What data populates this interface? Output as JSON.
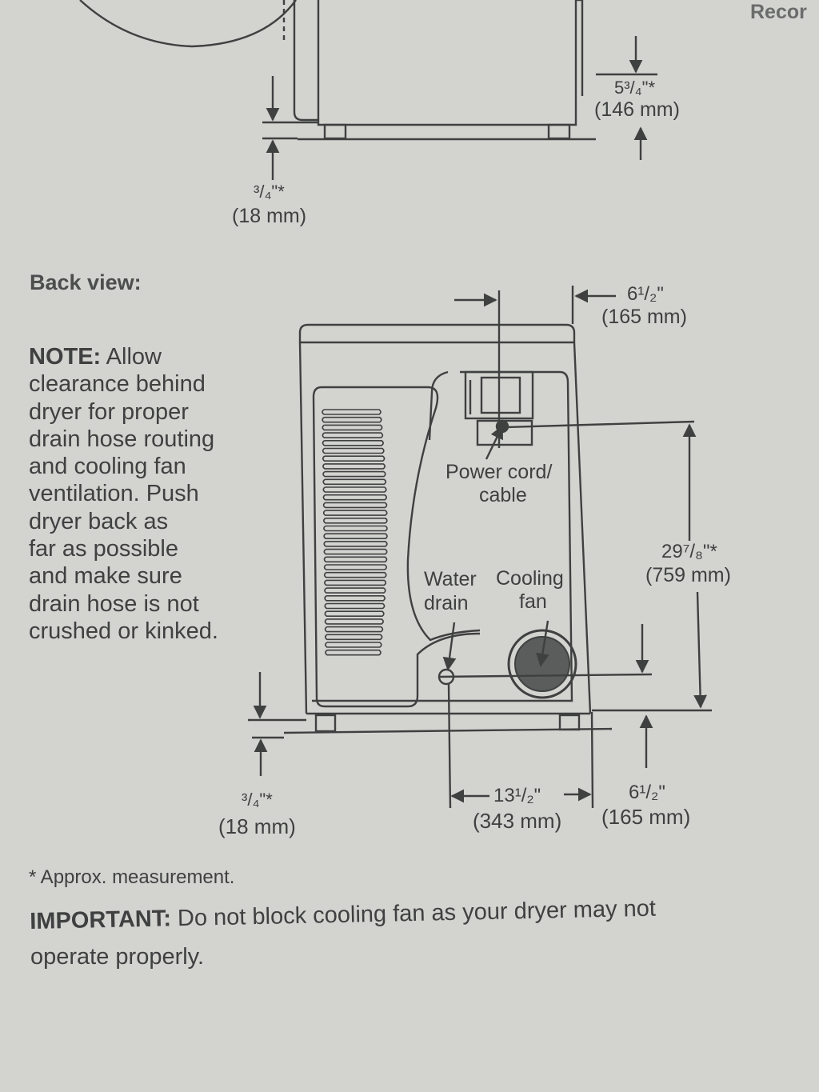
{
  "colors": {
    "paper": "#d3d4d0",
    "ink": "#3f4040",
    "hatch": "#5b5c5c"
  },
  "top_view": {
    "header_fragment": "Recor",
    "right_dim": {
      "inch": "5³/₄\"*",
      "mm": "(146 mm)"
    },
    "bottom_dim": {
      "inch": "³/₄\"*",
      "mm": "(18 mm)"
    }
  },
  "back_view": {
    "heading": "Back view:",
    "note_lines": [
      {
        "bold": "NOTE:",
        "text": " Allow"
      },
      {
        "bold": "",
        "text": "clearance behind"
      },
      {
        "bold": "",
        "text": "dryer for proper"
      },
      {
        "bold": "",
        "text": "drain hose routing"
      },
      {
        "bold": "",
        "text": "and cooling fan"
      },
      {
        "bold": "",
        "text": "ventilation. Push"
      },
      {
        "bold": "",
        "text": "dryer back as"
      },
      {
        "bold": "",
        "text": "far as possible"
      },
      {
        "bold": "",
        "text": "and make sure"
      },
      {
        "bold": "",
        "text": "drain hose is not"
      },
      {
        "bold": "",
        "text": "crushed or kinked."
      }
    ],
    "labels": {
      "power_cord": [
        "Power cord/",
        "cable"
      ],
      "water_drain": [
        "Water",
        "drain"
      ],
      "cooling_fan": [
        "Cooling",
        "fan"
      ]
    },
    "dims": {
      "top_right": {
        "inch": "6¹/₂\"",
        "mm": "(165 mm)"
      },
      "height": {
        "inch": "29⁷/₈\"*",
        "mm": "(759 mm)"
      },
      "foot": {
        "inch": "³/₄\"*",
        "mm": "(18 mm)"
      },
      "drain_span": {
        "inch": "13¹/₂\"",
        "mm": "(343 mm)"
      },
      "bottom_right": {
        "inch": "6¹/₂\"",
        "mm": "(165 mm)"
      }
    }
  },
  "footnote": "* Approx. measurement.",
  "important": {
    "bold": "IMPORTANT:",
    "line1": " Do not block cooling fan as your dryer may not",
    "line2": "operate properly."
  }
}
